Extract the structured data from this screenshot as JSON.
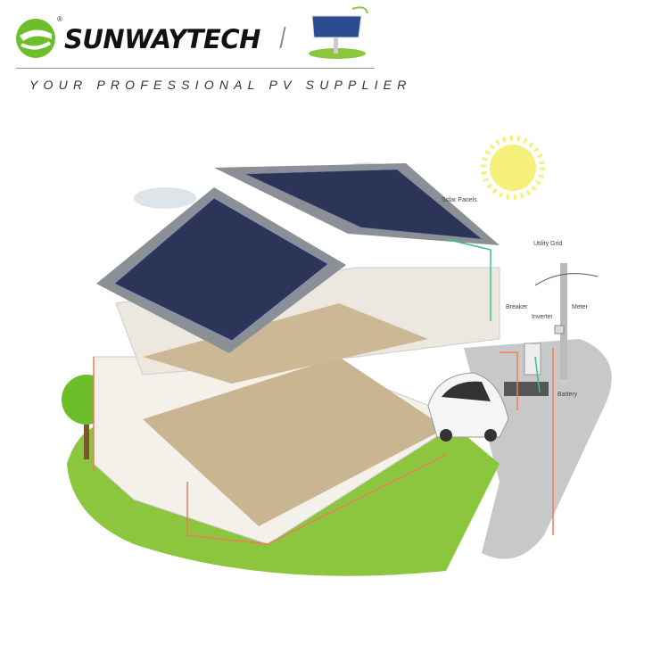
{
  "brand": {
    "name": "SUNWAYTECH",
    "registered_mark": "®",
    "tagline": "YOUR PROFESSIONAL PV SUPPLIER",
    "accent": "#6cbf2a"
  },
  "diagram_labels": {
    "solar_panels": "Solar Panels",
    "utility_grid": "Utility Grid",
    "breaker": "Breaker",
    "inverter": "Inverter",
    "meter": "Meter",
    "battery": "Battery"
  },
  "colors": {
    "grass": "#8cc63f",
    "road": "#c8c8c8",
    "panel": "#2c3557",
    "wire_red": "#f07a5a",
    "wire_green": "#3cbf8a",
    "sun": "#f5f07a"
  }
}
